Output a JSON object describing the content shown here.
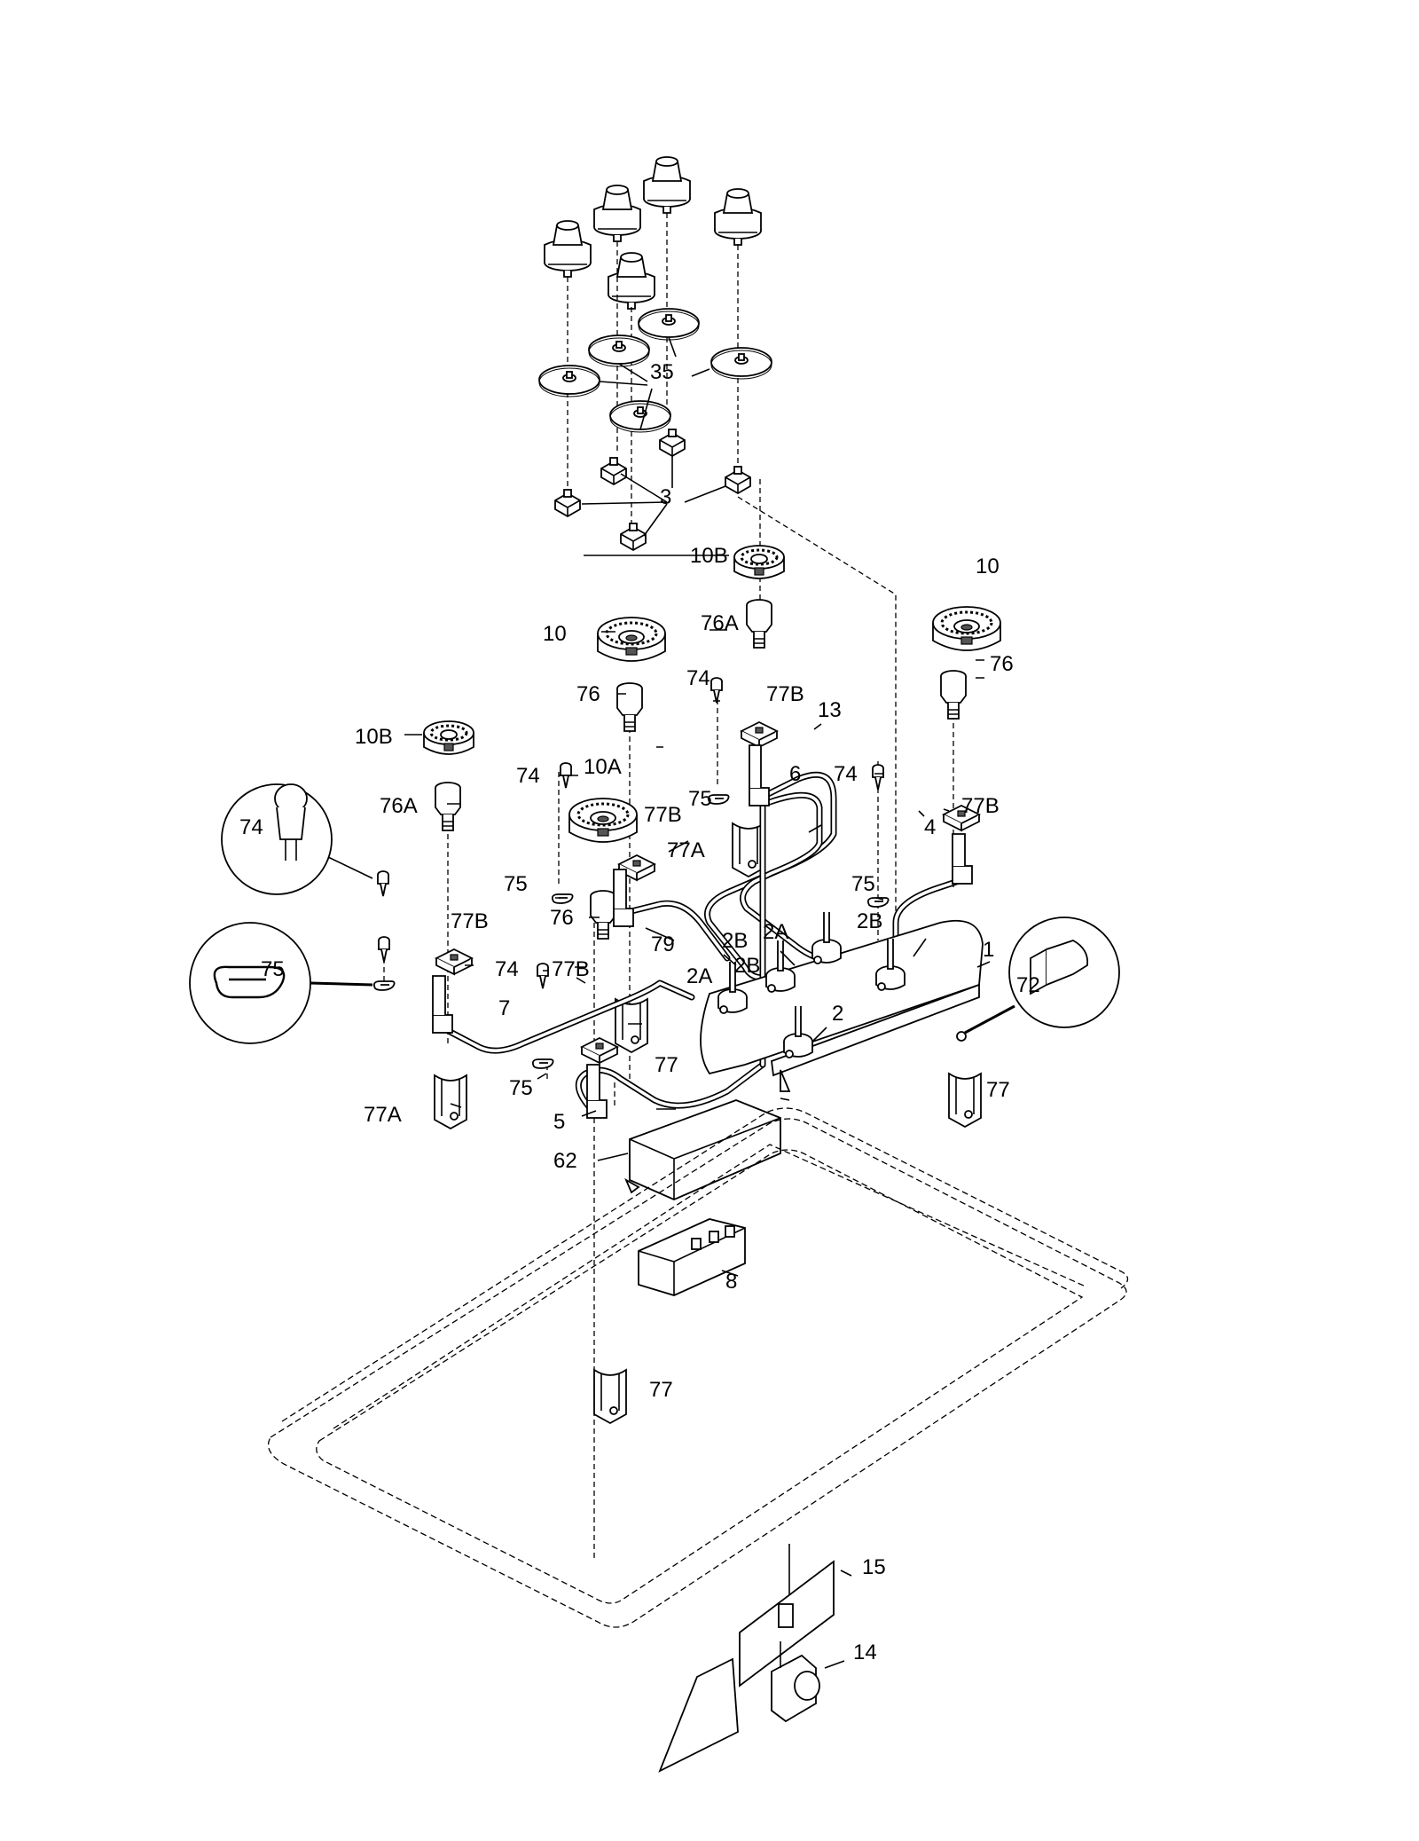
{
  "diagram": {
    "callouts": [
      {
        "id": "c35",
        "text": "35"
      },
      {
        "id": "c3",
        "text": "3"
      },
      {
        "id": "c10b-top",
        "text": "10B"
      },
      {
        "id": "c10-right",
        "text": "10"
      },
      {
        "id": "c76a-top",
        "text": "76A"
      },
      {
        "id": "c10-mid",
        "text": "10"
      },
      {
        "id": "c74-a",
        "text": "74"
      },
      {
        "id": "c76-right",
        "text": "76"
      },
      {
        "id": "c76-mid",
        "text": "76"
      },
      {
        "id": "c77b-a",
        "text": "77B"
      },
      {
        "id": "c13",
        "text": "13"
      },
      {
        "id": "c10b-left",
        "text": "10B"
      },
      {
        "id": "c74-b",
        "text": "74"
      },
      {
        "id": "c10a",
        "text": "10A"
      },
      {
        "id": "c6",
        "text": "6"
      },
      {
        "id": "c74-c",
        "text": "74"
      },
      {
        "id": "c75-a",
        "text": "75"
      },
      {
        "id": "c76a-left",
        "text": "76A"
      },
      {
        "id": "c74-detail",
        "text": "74"
      },
      {
        "id": "c77b-b",
        "text": "77B"
      },
      {
        "id": "c77b-c",
        "text": "77B"
      },
      {
        "id": "c77a-a",
        "text": "77A"
      },
      {
        "id": "c4",
        "text": "4"
      },
      {
        "id": "c75-b",
        "text": "75"
      },
      {
        "id": "c75-c",
        "text": "75"
      },
      {
        "id": "c76-low",
        "text": "76"
      },
      {
        "id": "c2b-a",
        "text": "2B"
      },
      {
        "id": "c2a-a",
        "text": "2A"
      },
      {
        "id": "c2b-b",
        "text": "2B"
      },
      {
        "id": "c1",
        "text": "1"
      },
      {
        "id": "c77b-d",
        "text": "77B"
      },
      {
        "id": "c79",
        "text": "79"
      },
      {
        "id": "c2b-c",
        "text": "2B"
      },
      {
        "id": "c75-detail",
        "text": "75"
      },
      {
        "id": "c74-d",
        "text": "74"
      },
      {
        "id": "c77b-e",
        "text": "77B"
      },
      {
        "id": "c2a-b",
        "text": "2A"
      },
      {
        "id": "c72",
        "text": "72"
      },
      {
        "id": "c7",
        "text": "7"
      },
      {
        "id": "c2",
        "text": "2"
      },
      {
        "id": "c77-a",
        "text": "77"
      },
      {
        "id": "c77-b",
        "text": "77"
      },
      {
        "id": "c75-d",
        "text": "75"
      },
      {
        "id": "c5",
        "text": "5"
      },
      {
        "id": "c77a-b",
        "text": "77A"
      },
      {
        "id": "c62",
        "text": "62"
      },
      {
        "id": "c8",
        "text": "8"
      },
      {
        "id": "c77-c",
        "text": "77"
      },
      {
        "id": "c15",
        "text": "15"
      },
      {
        "id": "c14",
        "text": "14"
      }
    ]
  }
}
